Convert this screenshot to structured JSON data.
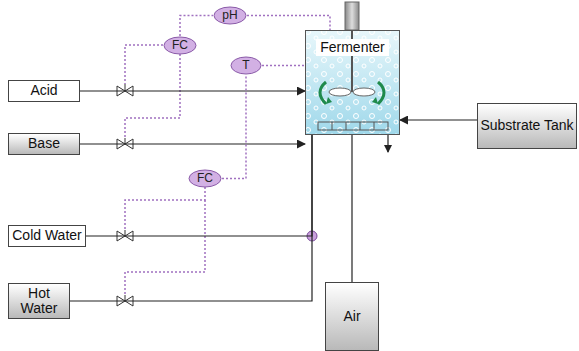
{
  "diagram": {
    "nodes": [
      {
        "text": [
          "pH"
        ]
      },
      {
        "text": [
          "FC"
        ]
      },
      {
        "text": [
          "T"
        ]
      },
      {
        "text": [
          "Acid"
        ]
      },
      {
        "text": [
          "Fermenter"
        ]
      },
      {
        "text": [
          "Base"
        ]
      },
      {
        "text": [
          "Substrate Tank"
        ]
      },
      {
        "text": [
          "FC"
        ]
      },
      {
        "text": [
          "Cold Water"
        ]
      },
      {
        "text": [
          "Hot Water"
        ]
      },
      {
        "text": [
          "Air"
        ]
      }
    ],
    "edges": [
      {
        "from": 3,
        "to": 4,
        "arrow": "to"
      },
      {
        "from": 5,
        "to": 4,
        "arrow": "to"
      },
      {
        "from": 8,
        "to": 4,
        "arrow": "none"
      },
      {
        "from": 9,
        "to": 4,
        "arrow": "none"
      },
      {
        "from": 6,
        "to": 4,
        "arrow": "to"
      },
      {
        "from": 10,
        "to": 4,
        "arrow": "none"
      },
      {
        "from": 0,
        "to": 4,
        "arrow": "none"
      },
      {
        "from": 1,
        "to": 0,
        "arrow": "none"
      },
      {
        "from": 2,
        "to": 4,
        "arrow": "none"
      },
      {
        "from": 7,
        "to": 2,
        "arrow": "none"
      }
    ]
  }
}
